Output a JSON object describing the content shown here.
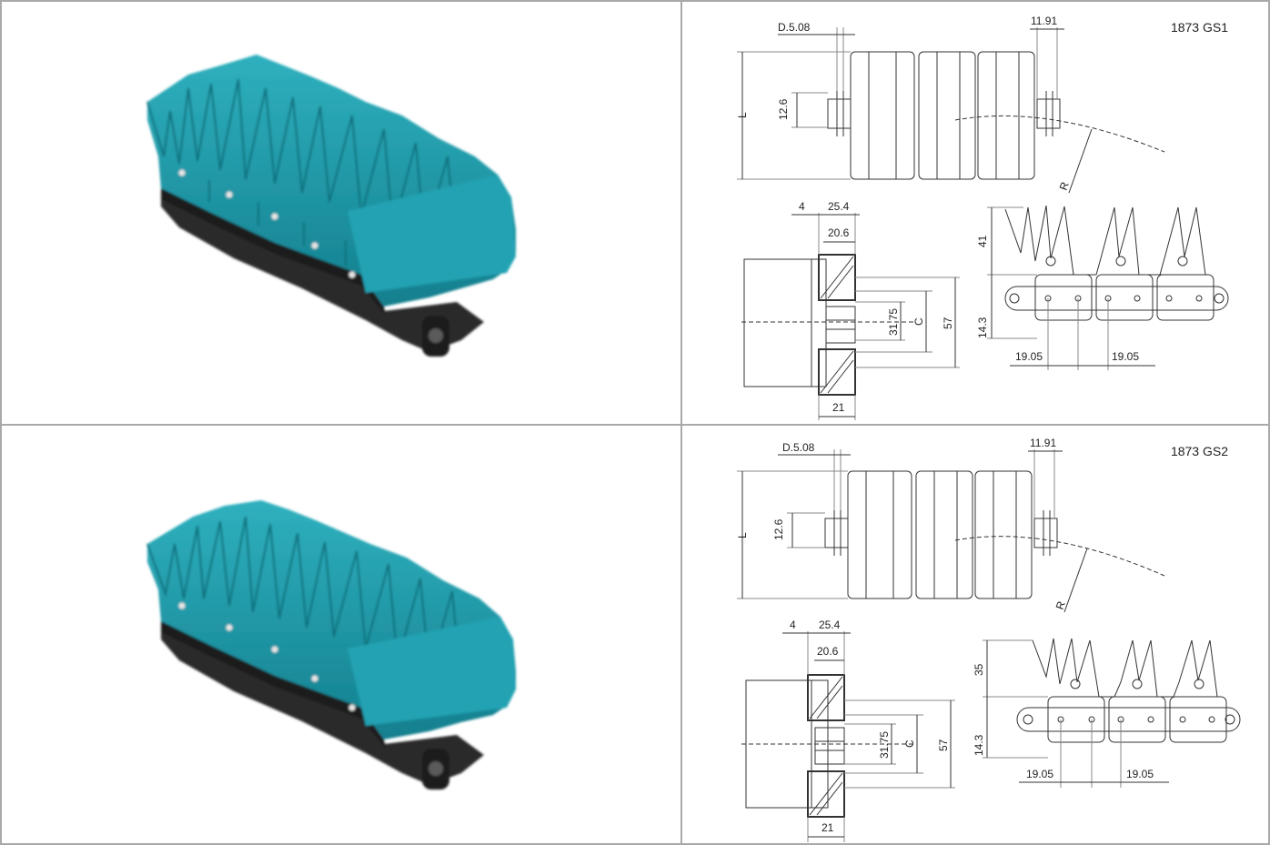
{
  "rows": [
    {
      "product": {
        "name": "teal-finger-chain-module-photo",
        "color": "#1d96a6"
      },
      "drawing": {
        "code": "1873 GS1",
        "top_view": {
          "hole": "D.5.08",
          "width": "11.91",
          "height": "12.6",
          "length": "L",
          "radius": "R"
        },
        "side_view": {
          "plate_offset": "4",
          "pitch": "25.4",
          "plate_width": "20.6",
          "pin": "31.75",
          "clearance": "C",
          "overall": "57",
          "base": "21"
        },
        "profile_view": {
          "finger_height": "41",
          "body_height": "14.3",
          "pitch_left": "19.05",
          "pitch_right": "19.05"
        }
      }
    },
    {
      "product": {
        "name": "teal-finger-chain-module-photo",
        "color": "#1d96a6"
      },
      "drawing": {
        "code": "1873 GS2",
        "top_view": {
          "hole": "D.5.08",
          "width": "11.91",
          "height": "12.6",
          "length": "L",
          "radius": "R"
        },
        "side_view": {
          "plate_offset": "4",
          "pitch": "25.4",
          "plate_width": "20.6",
          "pin": "31.75",
          "clearance": "C",
          "overall": "57",
          "base": "21"
        },
        "profile_view": {
          "finger_height": "35",
          "body_height": "14.3",
          "pitch_left": "19.05",
          "pitch_right": "19.05"
        }
      }
    }
  ]
}
